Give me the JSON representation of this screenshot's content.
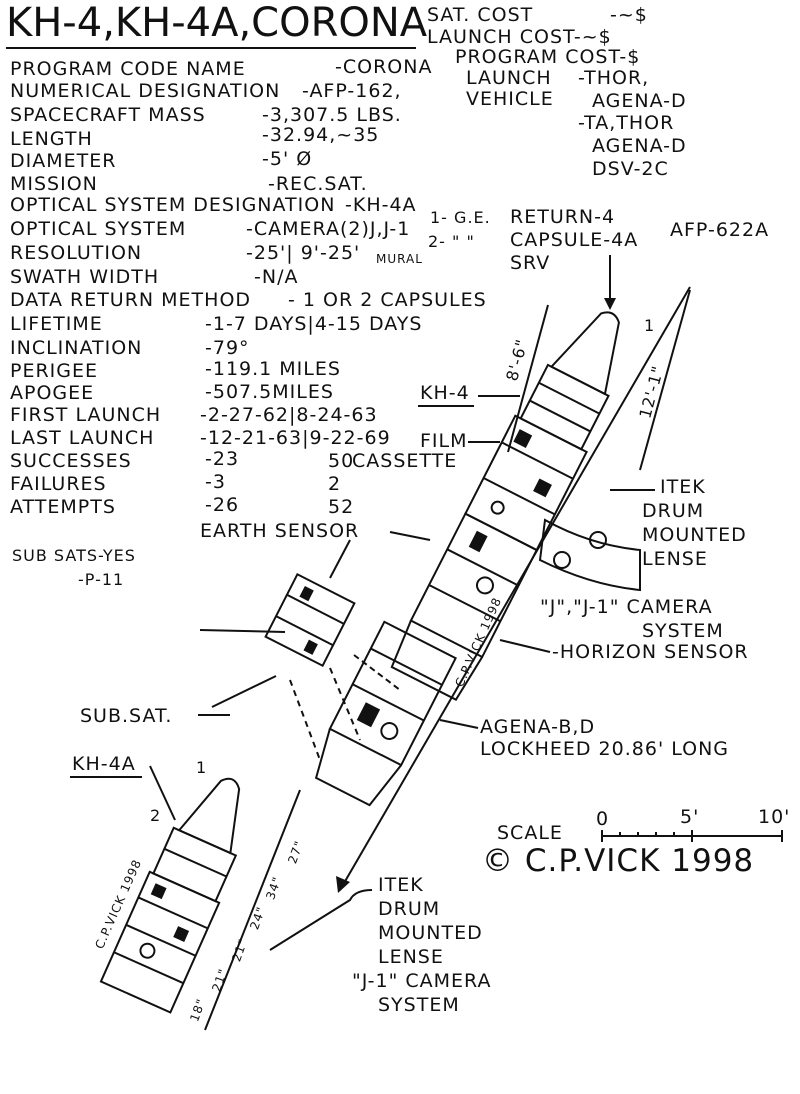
{
  "title": "KH-4,KH-4A,CORONA",
  "cost": {
    "sat_cost": "SAT. COST",
    "sat_cost_val": "-~$",
    "launch_cost": "LAUNCH COST-~$",
    "program_cost": "PROGRAM COST-$",
    "launch_vehicle": "LAUNCH",
    "launch_vehicle2": "VEHICLE",
    "lv_lines": [
      "-THOR,",
      "AGENA-D",
      "-TA,THOR",
      "AGENA-D",
      "DSV-2C"
    ]
  },
  "specs": [
    {
      "label": "PROGRAM CODE NAME",
      "value": "-CORONA"
    },
    {
      "label": "NUMERICAL DESIGNATION",
      "value": "-AFP-162,"
    },
    {
      "label": "SPACECRAFT MASS",
      "value": "-3,307.5 LBS."
    },
    {
      "label": "LENGTH",
      "value": "-32.94,~35"
    },
    {
      "label": "DIAMETER",
      "value": "-5' Ø"
    },
    {
      "label": "MISSION",
      "value": "-REC.SAT."
    },
    {
      "label": "OPTICAL SYSTEM DESIGNATION",
      "value": "-KH-4A"
    },
    {
      "label": "OPTICAL SYSTEM",
      "value": "-CAMERA(2)J,J-1"
    },
    {
      "label": "RESOLUTION",
      "value": "-25'| 9'-25'"
    },
    {
      "label": "SWATH WIDTH",
      "value": "-N/A"
    },
    {
      "label": "DATA RETURN METHOD",
      "value": "- 1 OR 2 CAPSULES"
    },
    {
      "label": "LIFETIME",
      "value": "-1-7 DAYS|4-15 DAYS"
    },
    {
      "label": "INCLINATION",
      "value": "-79°"
    },
    {
      "label": "PERIGEE",
      "value": "-119.1 MILES"
    },
    {
      "label": "APOGEE",
      "value": "-507.5MILES"
    },
    {
      "label": "FIRST LAUNCH",
      "value": "-2-27-62|8-24-63"
    },
    {
      "label": "LAST LAUNCH",
      "value": "-12-21-63|9-22-69"
    },
    {
      "label": "SUCCESSES",
      "value": "-23",
      "value2": "50"
    },
    {
      "label": "FAILURES",
      "value": "-3",
      "value2": "2"
    },
    {
      "label": "ATTEMPTS",
      "value": "-26",
      "value2": "52"
    }
  ],
  "notes": {
    "ge": "1- G.E.",
    "ge2": "2- \" \"",
    "mural": "MURAL",
    "return4": "RETURN-4",
    "capsule": "CAPSULE-4A",
    "srv": "SRV",
    "afp": "AFP-622A",
    "sub_sats": "SUB SATS-YES",
    "p11": "-P-11",
    "earth_sensor": "EARTH SENSOR",
    "kh4": "KH-4",
    "film": "FILM",
    "cassette": "CASSETTE",
    "itek_top": [
      "ITEK",
      "DRUM",
      "MOUNTED",
      "LENSE"
    ],
    "jj1_camera": "\"J\",\"J-1\" CAMERA",
    "system": "SYSTEM",
    "horizon_sensor": "-HORIZON SENSOR",
    "sub_sat": "SUB.SAT.",
    "agena": "AGENA-B,D",
    "lockheed": "LOCKHEED 20.86' LONG",
    "kh4a": "KH-4A",
    "itek_bottom": [
      "ITEK",
      "DRUM",
      "MOUNTED",
      "LENSE",
      "\"J-1\" CAMERA",
      "SYSTEM"
    ],
    "dim_86": "8'-6\"",
    "dim_121": "12'-1\"",
    "num1": "1",
    "num2": "2",
    "dims_bottom": [
      "27\"",
      "34\"",
      "24\"",
      "21\"",
      "21\"",
      "18\""
    ],
    "cpvick_stamp": "C.P.VICK 1998"
  },
  "scale": {
    "label": "SCALE",
    "ticks": [
      "0",
      "5'",
      "10'"
    ]
  },
  "signature": "© C.P.VICK 1998"
}
